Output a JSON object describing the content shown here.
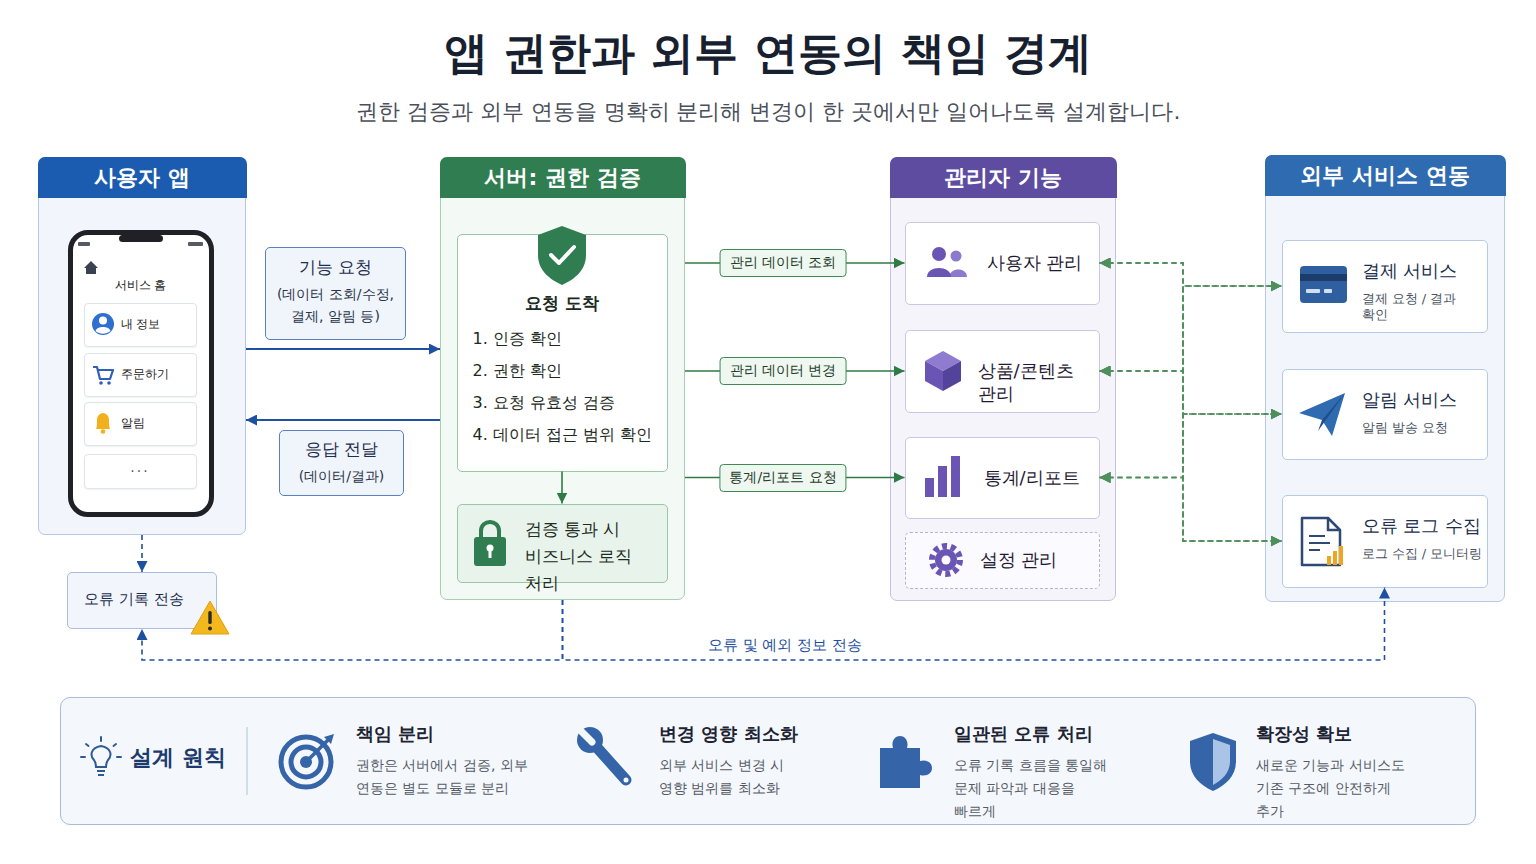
{
  "diagram": {
    "title": "앱 권한과 외부 연동의 책임 경계",
    "caption": "권한 검증과 외부 연동을 명확히 분리해 변경이 한 곳에서만 일어나도록 설계합니다.",
    "nodes": [
      {
        "text": [
          "사용자 앱"
        ]
      },
      {
        "text": [
          "서비스 홈"
        ],
        "in": 0
      },
      {
        "text": [
          "내 정보"
        ],
        "in": 1
      },
      {
        "text": [
          "주문하기"
        ],
        "in": 1
      },
      {
        "text": [
          "알림"
        ],
        "in": 1
      },
      {
        "text": [
          "···"
        ],
        "in": 1
      },
      {
        "text": [
          "기능 요청",
          "(데이터 조회/수정, 결제, 알림 등)"
        ]
      },
      {
        "text": [
          "응답 전달",
          "(데이터/결과)"
        ]
      },
      {
        "text": [
          "오류 기록 전송"
        ]
      },
      {
        "text": [
          "서버: 권한 검증"
        ]
      },
      {
        "text": [
          "요청 도착",
          "1. 인증 확인",
          "2. 권한 확인",
          "3. 요청 유효성 검증",
          "4. 데이터 접근 범위 확인"
        ],
        "in": 9
      },
      {
        "text": [
          "검증 통과 시 비즈니스 로직 처리"
        ],
        "in": 9
      },
      {
        "text": [
          "관리자 기능"
        ]
      },
      {
        "text": [
          "사용자 관리"
        ],
        "in": 12
      },
      {
        "text": [
          "상품/콘텐츠 관리"
        ],
        "in": 12
      },
      {
        "text": [
          "통계/리포트"
        ],
        "in": 12
      },
      {
        "text": [
          "설정 관리"
        ],
        "in": 12
      },
      {
        "text": [
          "외부 서비스 연동"
        ]
      },
      {
        "text": [
          "결제 서비스",
          "결제 요청 / 결과 확인"
        ],
        "in": 17
      },
      {
        "text": [
          "알림 서비스",
          "알림 발송 요청"
        ],
        "in": 17
      },
      {
        "text": [
          "오류 로그 수집",
          "로그 수집 / 모니터링"
        ],
        "in": 17
      },
      {
        "text": [
          "설계 원칙",
          "책임 분리",
          "권한은 서버에서 검증, 외부 연동은 별도 모듈로 분리",
          "변경 영향 최소화",
          "외부 서비스 변경 시 영향 범위를 최소화",
          "일관된 오류 처리",
          "오류 기록 흐름을 통일해 문제 파악과 대응을 빠르게",
          "확장성 확보",
          "새로운 기능과 서비스도 기존 구조에 안전하게 추가"
        ]
      }
    ],
    "edges": [
      {
        "from": 0,
        "to": 9,
        "arrow": "to"
      },
      {
        "from": 9,
        "to": 0,
        "arrow": "to"
      },
      {
        "from": 9,
        "to": 13,
        "label": "관리 데이터 조회",
        "arrow": "to"
      },
      {
        "from": 9,
        "to": 14,
        "label": "관리 데이터 변경",
        "arrow": "to"
      },
      {
        "from": 9,
        "to": 15,
        "label": "통계/리포트 요청",
        "arrow": "to"
      },
      {
        "from": 10,
        "to": 11,
        "arrow": "to"
      },
      {
        "from": 0,
        "to": 8,
        "arrow": "to"
      },
      {
        "from": 9,
        "to": 8,
        "arrow": "to"
      },
      {
        "from": 9,
        "to": 20,
        "label": "오류 및 예외 정보 전송",
        "arrow": "to"
      },
      {
        "from": 13,
        "to": 18,
        "arrow": "both"
      },
      {
        "from": 13,
        "to": 19,
        "arrow": "both"
      },
      {
        "from": 13,
        "to": 20,
        "arrow": "both"
      },
      {
        "from": 14,
        "to": 18,
        "arrow": "both"
      },
      {
        "from": 14,
        "to": 19,
        "arrow": "both"
      },
      {
        "from": 14,
        "to": 20,
        "arrow": "both"
      },
      {
        "from": 15,
        "to": 18,
        "arrow": "both"
      },
      {
        "from": 15,
        "to": 19,
        "arrow": "both"
      },
      {
        "from": 15,
        "to": 20,
        "arrow": "both"
      }
    ]
  }
}
